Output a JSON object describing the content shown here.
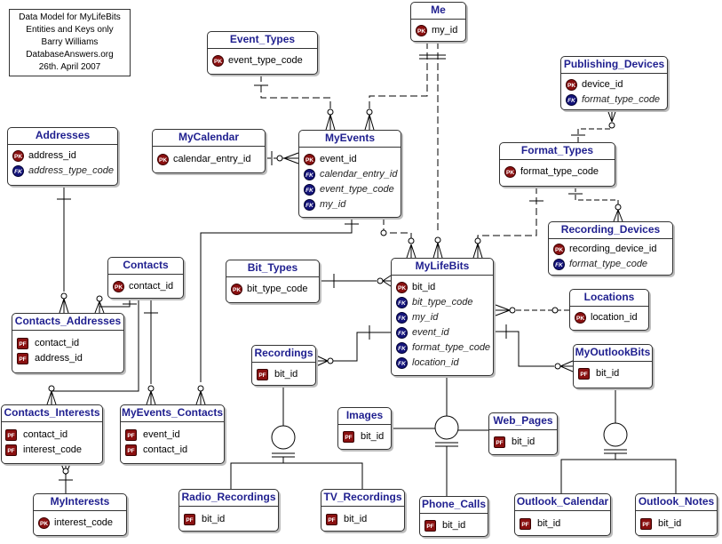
{
  "note": {
    "lines": [
      "Data Model for MyLifeBits",
      "Entities and Keys only",
      "Barry Williams",
      "DatabaseAnswers.org",
      "26th. April 2007"
    ]
  },
  "entities": {
    "me": {
      "title": "Me",
      "attrs": [
        {
          "key": "PK",
          "name": "my_id"
        }
      ]
    },
    "event_types": {
      "title": "Event_Types",
      "attrs": [
        {
          "key": "PK",
          "name": "event_type_code"
        }
      ]
    },
    "publishing_devices": {
      "title": "Publishing_Devices",
      "attrs": [
        {
          "key": "PK",
          "name": "device_id"
        },
        {
          "key": "FK",
          "name": "format_type_code"
        }
      ]
    },
    "addresses": {
      "title": "Addresses",
      "attrs": [
        {
          "key": "PK",
          "name": "address_id"
        },
        {
          "key": "FK",
          "name": "address_type_code"
        }
      ]
    },
    "mycalendar": {
      "title": "MyCalendar",
      "attrs": [
        {
          "key": "PK",
          "name": "calendar_entry_id"
        }
      ]
    },
    "myevents": {
      "title": "MyEvents",
      "attrs": [
        {
          "key": "PK",
          "name": "event_id"
        },
        {
          "key": "FK",
          "name": "calendar_entry_id"
        },
        {
          "key": "FK",
          "name": "event_type_code"
        },
        {
          "key": "FK",
          "name": "my_id"
        }
      ]
    },
    "format_types": {
      "title": "Format_Types",
      "attrs": [
        {
          "key": "PK",
          "name": "format_type_code"
        }
      ]
    },
    "recording_devices": {
      "title": "Recording_Devices",
      "attrs": [
        {
          "key": "PK",
          "name": "recording_device_id"
        },
        {
          "key": "FK",
          "name": "format_type_code"
        }
      ]
    },
    "contacts": {
      "title": "Contacts",
      "attrs": [
        {
          "key": "PK",
          "name": "contact_id"
        }
      ]
    },
    "bit_types": {
      "title": "Bit_Types",
      "attrs": [
        {
          "key": "PK",
          "name": "bit_type_code"
        }
      ]
    },
    "mylifebits": {
      "title": "MyLifeBits",
      "attrs": [
        {
          "key": "PK",
          "name": "bit_id"
        },
        {
          "key": "FK",
          "name": "bit_type_code"
        },
        {
          "key": "FK",
          "name": "my_id"
        },
        {
          "key": "FK",
          "name": "event_id"
        },
        {
          "key": "FK",
          "name": "format_type_code"
        },
        {
          "key": "FK",
          "name": "location_id"
        }
      ]
    },
    "locations": {
      "title": "Locations",
      "attrs": [
        {
          "key": "PK",
          "name": "location_id"
        }
      ]
    },
    "contacts_addresses": {
      "title": "Contacts_Addresses",
      "attrs": [
        {
          "key": "PF",
          "name": "contact_id"
        },
        {
          "key": "PF",
          "name": "address_id"
        }
      ]
    },
    "recordings": {
      "title": "Recordings",
      "attrs": [
        {
          "key": "PF",
          "name": "bit_id"
        }
      ]
    },
    "myoutlookbits": {
      "title": "MyOutlookBits",
      "attrs": [
        {
          "key": "PF",
          "name": "bit_id"
        }
      ]
    },
    "contacts_interests": {
      "title": "Contacts_Interests",
      "attrs": [
        {
          "key": "PF",
          "name": "contact_id"
        },
        {
          "key": "PF",
          "name": "interest_code"
        }
      ]
    },
    "myevents_contacts": {
      "title": "MyEvents_Contacts",
      "attrs": [
        {
          "key": "PF",
          "name": "event_id"
        },
        {
          "key": "PF",
          "name": "contact_id"
        }
      ]
    },
    "images": {
      "title": "Images",
      "attrs": [
        {
          "key": "PF",
          "name": "bit_id"
        }
      ]
    },
    "web_pages": {
      "title": "Web_Pages",
      "attrs": [
        {
          "key": "PF",
          "name": "bit_id"
        }
      ]
    },
    "radio_recordings": {
      "title": "Radio_Recordings",
      "attrs": [
        {
          "key": "PF",
          "name": "bit_id"
        }
      ]
    },
    "tv_recordings": {
      "title": "TV_Recordings",
      "attrs": [
        {
          "key": "PF",
          "name": "bit_id"
        }
      ]
    },
    "myinterests": {
      "title": "MyInterests",
      "attrs": [
        {
          "key": "PK",
          "name": "interest_code"
        }
      ]
    },
    "phone_calls": {
      "title": "Phone_Calls",
      "attrs": [
        {
          "key": "PF",
          "name": "bit_id"
        }
      ]
    },
    "outlook_calendar": {
      "title": "Outlook_Calendar",
      "attrs": [
        {
          "key": "PF",
          "name": "bit_id"
        }
      ]
    },
    "outlook_notes": {
      "title": "Outlook_Notes",
      "attrs": [
        {
          "key": "PF",
          "name": "bit_id"
        }
      ]
    }
  }
}
